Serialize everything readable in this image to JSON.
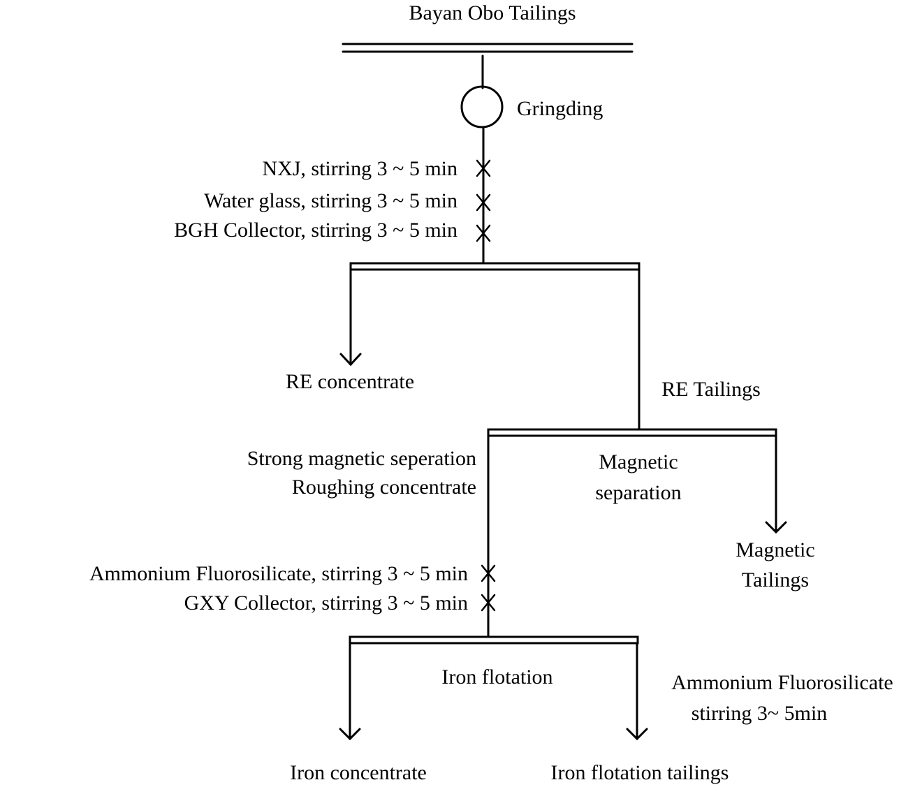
{
  "title": "Bayan Obo Tailings",
  "grinding_label": "Gringding",
  "reagents_stage1": [
    "NXJ,  stirring 3 ~ 5 min",
    "Water glass,  stirring 3 ~ 5 min",
    "BGH Collector,  stirring 3 ~ 5 min"
  ],
  "re_concentrate": "RE concentrate",
  "re_tailings": "RE Tailings",
  "strong_magnetic": {
    "line1": "Strong magnetic seperation",
    "line2": "Roughing concentrate"
  },
  "magnetic_separation": {
    "line1": "Magnetic",
    "line2": "separation"
  },
  "magnetic_tailings": {
    "line1": "Magnetic",
    "line2": "Tailings"
  },
  "reagents_stage2": [
    "Ammonium  Fluorosilicate, stirring 3 ~ 5 min",
    "GXY Collector, stirring 3 ~ 5 min"
  ],
  "iron_flotation": "Iron flotation",
  "iron_tail_reagent": {
    "line1": "Ammonium  Fluorosilicate",
    "line2": "stirring  3~ 5min"
  },
  "iron_concentrate": "Iron concentrate",
  "iron_flotation_tailings": "Iron flotation tailings",
  "colors": {
    "line": "#000000",
    "background": "#ffffff"
  }
}
